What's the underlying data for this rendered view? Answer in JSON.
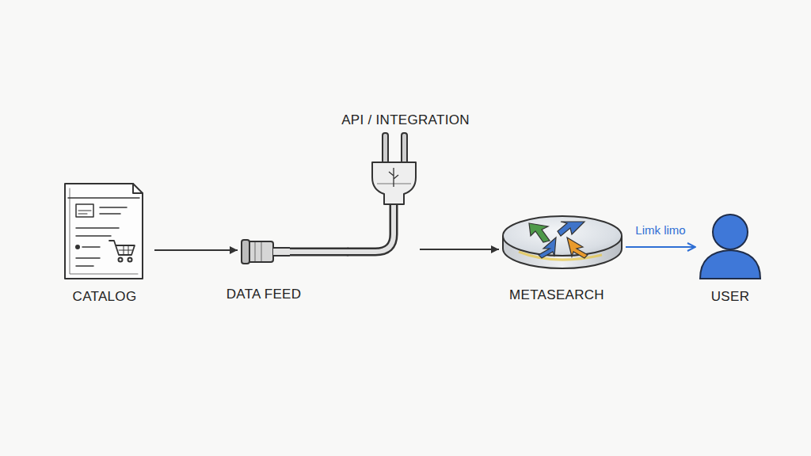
{
  "diagram": {
    "nodes": [
      {
        "text": [
          "CATALOG"
        ]
      },
      {
        "text": [
          "DATA FEED"
        ]
      },
      {
        "text": [
          "API / INTEGRATION"
        ]
      },
      {
        "text": [
          "METASEARCH"
        ]
      },
      {
        "text": [
          "USER"
        ]
      }
    ],
    "edges": [
      {
        "from": 0,
        "to": 1,
        "arrow": "to"
      },
      {
        "from": 1,
        "to": 2,
        "arrow": "none"
      },
      {
        "from": 2,
        "to": 3,
        "arrow": "to"
      },
      {
        "from": 3,
        "to": 4,
        "label": "Limk limo",
        "arrow": "to"
      }
    ]
  }
}
